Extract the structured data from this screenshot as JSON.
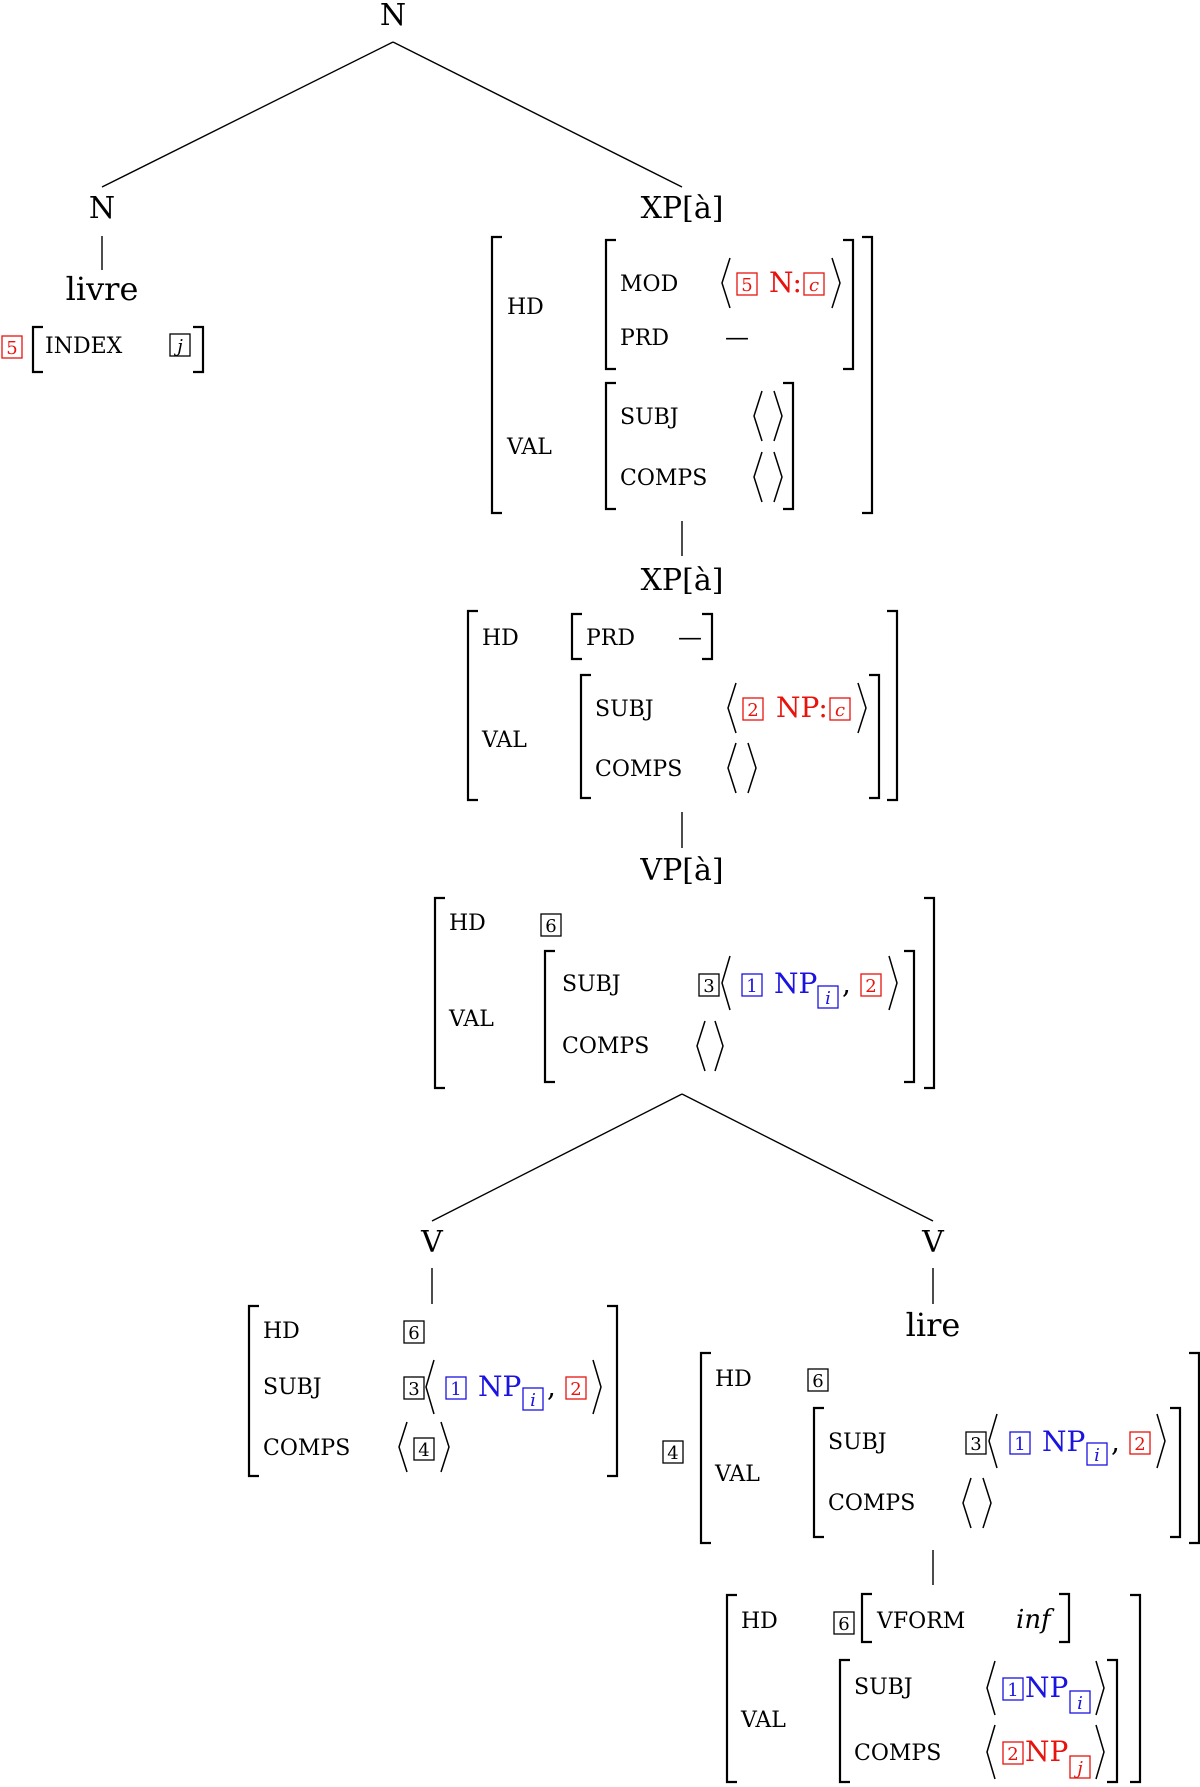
{
  "colors": {
    "black": "#000000",
    "red": "#e8130d",
    "blue": "#1b14e0"
  },
  "tree": {
    "root": {
      "label": "N"
    },
    "noun": {
      "label": "N",
      "word": "livre",
      "tag": "5",
      "index_attr": "INDEX",
      "index_val": "j"
    },
    "xp_top": {
      "label": "XP[à]",
      "hd": "HD",
      "mod": "MOD",
      "mod_tag": "5",
      "mod_cat": "N:",
      "mod_index": "c",
      "prd": "PRD",
      "prd_val": "—",
      "val": "VAL",
      "subj": "SUBJ",
      "comps": "COMPS"
    },
    "xp_mid": {
      "label": "XP[à]",
      "hd": "HD",
      "prd": "PRD",
      "prd_val": "—",
      "val": "VAL",
      "subj": "SUBJ",
      "subj_tag": "2",
      "subj_cat": "NP:",
      "subj_index": "c",
      "comps": "COMPS"
    },
    "vp": {
      "label": "VP[à]",
      "hd": "HD",
      "hd_tag": "6",
      "val": "VAL",
      "subj": "SUBJ",
      "subj_tag": "3",
      "tag1": "1",
      "np": "NP",
      "np_index": "i",
      "comma": ",",
      "tag2": "2",
      "comps": "COMPS"
    },
    "v_left": {
      "label": "V",
      "hd": "HD",
      "hd_tag": "6",
      "subj": "SUBJ",
      "subj_tag": "3",
      "tag1": "1",
      "np": "NP",
      "np_index": "i",
      "comma": ",",
      "tag2": "2",
      "comps": "COMPS",
      "comps_tag": "4"
    },
    "v_right": {
      "label": "V",
      "word": "lire",
      "outer_tag": "4",
      "hd": "HD",
      "hd_tag": "6",
      "val": "VAL",
      "subj": "SUBJ",
      "subj_tag": "3",
      "tag1": "1",
      "np": "NP",
      "np_index": "i",
      "comma": ",",
      "tag2": "2",
      "comps": "COMPS"
    },
    "lex": {
      "hd": "HD",
      "hd_tag": "6",
      "vform": "VFORM",
      "vform_val": "inf",
      "val": "VAL",
      "subj": "SUBJ",
      "subj_tag": "1",
      "subj_np": "NP",
      "subj_index": "i",
      "comps": "COMPS",
      "comps_tag": "2",
      "comps_np": "NP",
      "comps_index": "j"
    }
  }
}
